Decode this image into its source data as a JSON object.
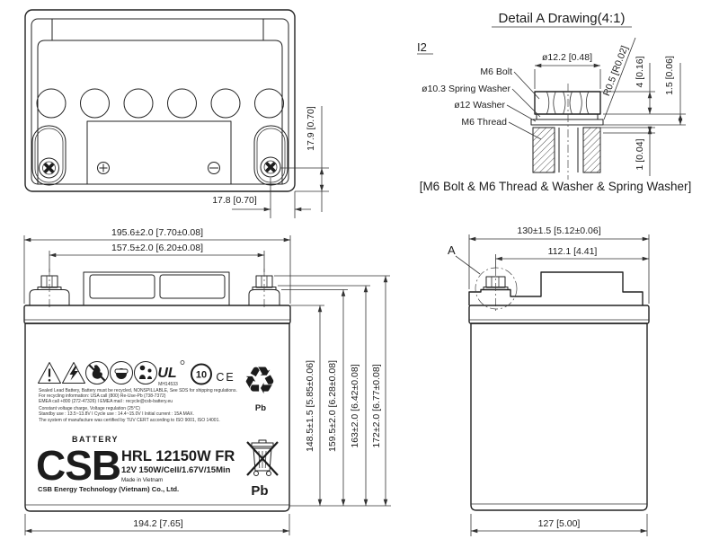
{
  "detail_a": {
    "title": "Detail A Drawing(4:1)",
    "terminal_ref": "I2",
    "labels": {
      "bolt": "M6 Bolt",
      "spring_washer": "ø10.3 Spring Washer",
      "washer": "ø12 Washer",
      "thread": "M6 Thread"
    },
    "dims": {
      "diameter": "ø12.2 [0.48]",
      "radius": "R0.5 [R0.02]",
      "bolt_height": "4 [0.16]",
      "washer_stack": "1.5 [0.06]",
      "plate_depth": "1 [0.04]"
    },
    "caption": "[M6 Bolt & M6 Thread & Washer & Spring Washer]"
  },
  "top_view": {
    "dims": {
      "terminal_offset_vertical": "17.9 [0.70]",
      "terminal_offset_horizontal": "17.8 [0.70]"
    }
  },
  "front_view": {
    "dims": {
      "overall_width": "195.6±2.0 [7.70±0.08]",
      "terminal_pitch": "157.5±2.0 [6.20±0.08]",
      "container_height": "148.5±1.5 [5.85±0.06]",
      "shoulder_height": "159.5±2.0 [6.28±0.08]",
      "terminal_height": "163±2.0 [6.42±0.08]",
      "overall_height": "172±2.0 [6.77±0.08]",
      "base_width": "194.2 [7.65]"
    }
  },
  "side_view": {
    "detail_callout": "A",
    "dims": {
      "overall_depth": "130±1.5 [5.12±0.06]",
      "terminal_offset": "112.1 [4.41]",
      "base_depth": "127 [5.00]"
    }
  },
  "label": {
    "icons": [
      "general-warning",
      "electrical-hazard",
      "no-open-flame",
      "eye-protection",
      "keep-away-from-children",
      "ul-mark",
      "epup-10",
      "ce-mark",
      "recycle-pb",
      "crossed-out-bin-pb"
    ],
    "ul_mark": "UL",
    "ul_file": "MH14533",
    "epup": "10",
    "ce": "CE",
    "recycle_symbol": "♻",
    "recycle_pb": "Pb",
    "trash_pb": "Pb",
    "fine_print": [
      "Sealed Lead Battery, Battery must be recycled, NONSPILLABLE, See SDS for shipping regulations.",
      "For recycling information: USA call (800) Re-Use-Pb (738-7372)",
      "EMEA call +800 (272-47326)  I  EMEA mail : recycle@csb-battery.eu",
      "Constant voltage charge, Voltage regulation (25°C)",
      "Standby use : 13.5~13.8V  I  Cycle use : 14.4~15.0V  I  Initial current : 15A MAX.",
      "The system of manufacture was certified by TUV CERT according to ISO 9001, ISO 14001."
    ],
    "brand": "CSB",
    "brand_tag": "BATTERY",
    "model": "HRL 12150W FR",
    "spec": "12V 150W/Cell/1.67V/15Min",
    "origin": "Made in Vietnam",
    "company": "CSB Energy Technology (Vietnam) Co., Ltd."
  },
  "colors": {
    "line": "#222222",
    "text": "#1c1c1c",
    "background": "#ffffff"
  }
}
